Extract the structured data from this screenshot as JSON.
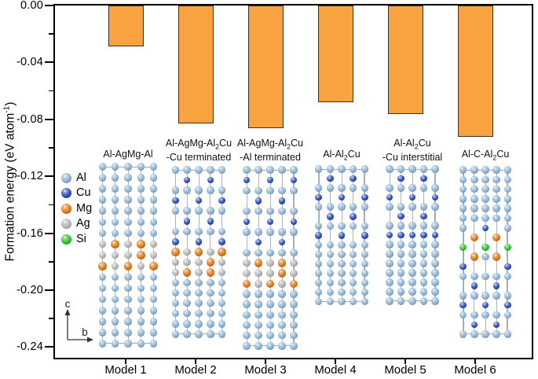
{
  "chart_data": {
    "type": "bar",
    "title": "",
    "xlabel": "",
    "ylabel": "Formation energy (eV atom^-1)",
    "categories": [
      "Model 1",
      "Model 2",
      "Model 3",
      "Model 4",
      "Model 5",
      "Model 6"
    ],
    "values": [
      -0.029,
      -0.083,
      -0.086,
      -0.068,
      -0.076,
      -0.092
    ],
    "ylim": [
      -0.24,
      0.0
    ],
    "ytick_step": 0.04,
    "ytick_labels": [
      "0.00",
      "-0.04",
      "-0.08",
      "-0.12",
      "-0.16",
      "-0.20",
      "-0.24"
    ],
    "grid": false,
    "bar_color": "#F9A240",
    "bar_edge_color": "#3A2F26",
    "legend": {
      "position": "inside-left",
      "entries": [
        {
          "label": "Al",
          "color": "#8DB4D4"
        },
        {
          "label": "Cu",
          "color": "#2B4CC0"
        },
        {
          "label": "Mg",
          "color": "#E07818"
        },
        {
          "label": "Ag",
          "color": "#B4B4B4"
        },
        {
          "label": "Si",
          "color": "#2BC42B"
        }
      ]
    },
    "cell_axes": {
      "vertical": "c",
      "horizontal": "b"
    },
    "atom_codes": {
      "A": "Al",
      "C": "Cu",
      "M": "Mg",
      "G": "Ag",
      "S": "Si",
      ".": "empty"
    },
    "atomic_models": [
      {
        "label_lines": [
          "Al-AgMg-Al"
        ],
        "grid": [
          "AAAAA",
          "AAAAA",
          "AAAAA",
          "AAAAA",
          "AAAAA",
          "AAAAA",
          "AAAAA",
          "GMGMG",
          "GGGMG",
          "MGMGM",
          "AAAAA",
          "AAAAA",
          "AAAAA",
          "AAAAA",
          "AAAAA",
          "AAAAA",
          "AAAAA"
        ]
      },
      {
        "label_lines": [
          "Al-AgMg-Al_2Cu",
          "-Cu terminated"
        ],
        "grid": [
          "AAAAA",
          ".C.C.",
          "AAAAA",
          "C.C.C",
          "AAAAA",
          ".C.C.",
          "AAAAA",
          "C.C.C",
          "MGMGM",
          "GGGMG",
          "GMGMG",
          "AAAAA",
          "AAAAA",
          "AAAAA",
          "AAAAA",
          "AAAAA",
          "AAAAA"
        ]
      },
      {
        "label_lines": [
          "Al-AgMg-Al_2Cu",
          "-Al terminated"
        ],
        "grid": [
          "AAAAA",
          "C.C.C",
          "AAAAA",
          ".C.C.",
          "AAAAA",
          "C.C.C",
          "AAAAA",
          ".C.C.",
          "AAAAA",
          "GMGMG",
          "GGGMG",
          "MGMGM",
          "AAAAA",
          "AAAAA",
          "AAAAA",
          "AAAAA",
          "AAAAA",
          "AAAAA"
        ]
      },
      {
        "label_lines": [
          "Al-Al_2Cu"
        ],
        "grid": [
          "AAAAA",
          ".C.C.",
          "AAAAA",
          "C.C.C",
          "AAAAA",
          ".C.C.",
          "AAAAA",
          "C.C.C",
          "AAAAA",
          "AAAAA",
          "AAAAA",
          "AAAAA",
          "AAAAA",
          "AAAAA",
          "AAAAA"
        ]
      },
      {
        "label_lines": [
          "Al-Al_2Cu",
          "-Cu interstitial"
        ],
        "grid": [
          "AAAAA",
          ".C.C.",
          "AAAAA",
          "C.C.C",
          "AAAAA",
          ".C.C.",
          "AAAAA",
          "CCCCC",
          "AAAAA",
          "AAAAA",
          "AAAAA",
          "AAAAA",
          "AAAAA",
          "AAAAA",
          "AAAAA"
        ]
      },
      {
        "label_lines": [
          "Al-C-Al_2Cu"
        ],
        "grid": [
          "AAAAA",
          "AAAAA",
          "AAAAA",
          "AAAAA",
          "AAAAA",
          "AAAAA",
          "A.C.A",
          ".M.M.",
          "S.S.S",
          ".MAM.",
          "C...C",
          "AAAAA",
          ".C.C.",
          "AAAAA",
          "C.C.C",
          "AAAAA",
          ".C.C.",
          "AAAAA"
        ]
      }
    ]
  }
}
